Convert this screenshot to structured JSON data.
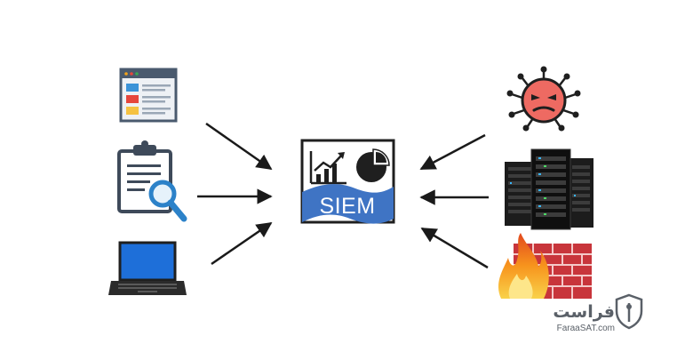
{
  "center": {
    "label": "SIEM"
  },
  "sources_left": [
    {
      "icon": "web-page-icon"
    },
    {
      "icon": "report-search-icon"
    },
    {
      "icon": "laptop-icon"
    }
  ],
  "sources_right": [
    {
      "icon": "malware-virus-icon"
    },
    {
      "icon": "server-rack-icon"
    },
    {
      "icon": "firewall-icon"
    }
  ],
  "watermark": {
    "brand_fa": "فراست",
    "brand_en": "FaraaSAT.com"
  },
  "colors": {
    "siem_blue": "#3f74c4",
    "arrow": "#1a1a1a",
    "laptop_screen": "#1e6fd9",
    "virus": "#ee6a62",
    "fire": "#f7941d",
    "brick": "#c8353b"
  }
}
